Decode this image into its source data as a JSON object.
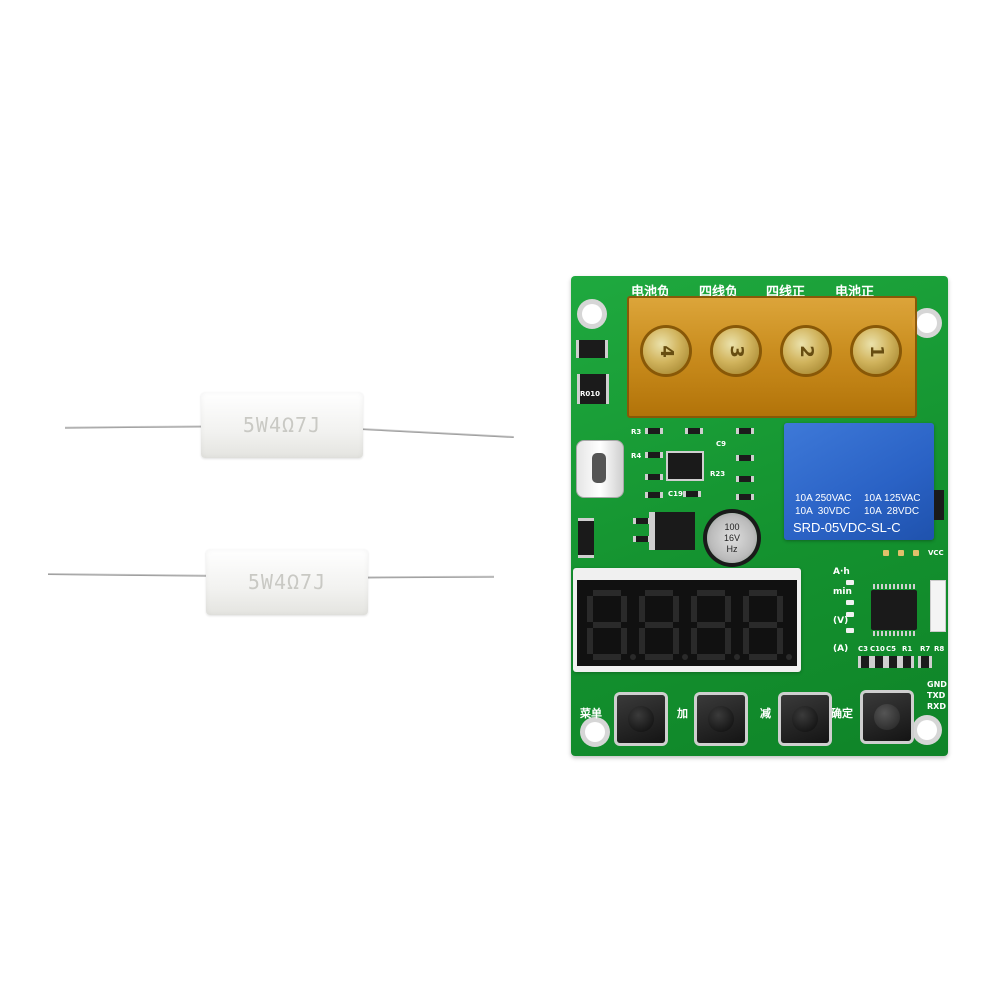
{
  "resistors": [
    {
      "marking": "5W4Ω7J"
    },
    {
      "marking": "5W4Ω7J"
    }
  ],
  "board": {
    "terminal_labels": [
      "电池负",
      "四线负",
      "四线正",
      "电池正"
    ],
    "terminal_numbers": [
      "4",
      "3",
      "2",
      "1"
    ],
    "relay": {
      "line1_left": "10A 250VAC",
      "line1_right": "10A 125VAC",
      "line2_left": "10A  30VDC",
      "line2_right": "10A  28VDC",
      "model": "SRD-05VDC-SL-C"
    },
    "capacitor": [
      "100",
      "16V",
      "Hz"
    ],
    "indicators": [
      "A·h",
      "min",
      "(V)",
      "(A)"
    ],
    "buttons": [
      "菜单",
      "加",
      "减",
      "确定"
    ],
    "serial_pins": [
      "GND",
      "TXD",
      "RXD"
    ],
    "vcc_label": "VCC",
    "silk_labels": [
      "R010",
      "R3",
      "R4",
      "C9",
      "C19",
      "R23",
      "C3",
      "C10",
      "C5",
      "R1",
      "R7",
      "R8"
    ],
    "display_digits": [
      "8.",
      "8.",
      "8.",
      "8."
    ]
  }
}
